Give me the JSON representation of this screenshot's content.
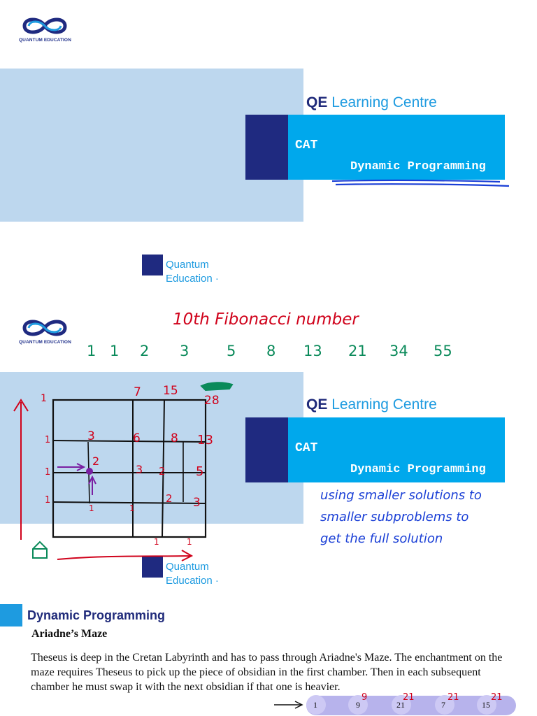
{
  "brand": {
    "logo_text": "QUANTUM EDUCATION",
    "colors": {
      "navy": "#1f2a80",
      "cyan": "#00a8ec",
      "light_blue_bg": "#bdd7ee",
      "link_blue": "#1e9be0",
      "ink_red": "#d0021b",
      "ink_blue": "#1a3fd6",
      "ink_purple": "#7a1fa2"
    }
  },
  "slide1": {
    "title_qe": "QE",
    "title_rest": "Learning Centre",
    "cat": "CAT",
    "subject": "Dynamic Programming",
    "org_line1": "Quantum",
    "org_line2": "Education ·"
  },
  "slide2": {
    "title_qe": "QE",
    "title_rest": "Learning Centre",
    "cat": "CAT",
    "subject": "Dynamic Programming",
    "org_line1": "Quantum",
    "org_line2": "Education ·",
    "annotations": {
      "heading": "10th Fibonacci number",
      "sequence": [
        "1",
        "1",
        "2",
        "3",
        "5",
        "8",
        "13",
        "21",
        "34",
        "55"
      ],
      "note_line1": "using smaller solutions to",
      "note_line2": "smaller subproblems to",
      "note_line3": "get the full solution",
      "grid_top": [
        "1",
        "7",
        "15",
        "28"
      ],
      "grid_row1": [
        "1",
        "3",
        "6",
        "8",
        "13"
      ],
      "grid_row2": [
        "1",
        "2",
        "3",
        "2",
        "5"
      ],
      "grid_row3": [
        "1",
        "2",
        "3"
      ],
      "grid_bottom": [
        "1",
        "1",
        "1",
        "1"
      ]
    }
  },
  "section": {
    "title": "Dynamic Programming",
    "subtitle": "Ariadne’s Maze",
    "paragraph": "Theseus is deep in the Cretan Labyrinth and has to pass through Ariadne's Maze. The enchantment on the maze requires Theseus to pick up the piece of obsidian in the first chamber. Then in each subsequent chamber he must swap it with the next obsidian if that one is heavier.",
    "chambers": [
      "1",
      "9",
      "21",
      "7",
      "15"
    ],
    "chamber_marks": [
      "9",
      "21",
      "21",
      "21"
    ]
  }
}
